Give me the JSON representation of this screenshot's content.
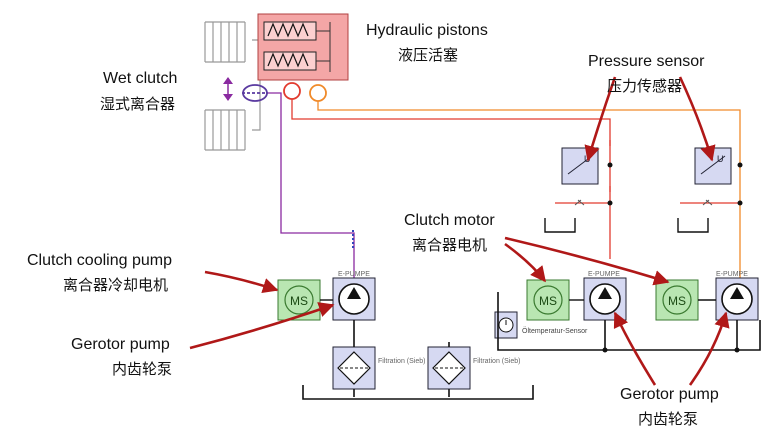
{
  "labels": {
    "hydraulic_pistons": {
      "en": "Hydraulic pistons",
      "cn": "液压活塞"
    },
    "wet_clutch": {
      "en": "Wet clutch",
      "cn": "湿式离合器"
    },
    "pressure_sensor": {
      "en": "Pressure sensor",
      "cn": "压力传感器"
    },
    "clutch_motor": {
      "en": "Clutch motor",
      "cn": "离合器电机"
    },
    "clutch_cooling_pump": {
      "en": "Clutch cooling pump",
      "cn": "离合器冷却电机"
    },
    "gerotor_pump_left": {
      "en": "Gerotor pump",
      "cn": "内齿轮泵"
    },
    "gerotor_pump_right": {
      "en": "Gerotor pump",
      "cn": "内齿轮泵"
    }
  },
  "components": {
    "motor_label": "MS",
    "oil_temp_sensor": "Öltemperatur-Sensor",
    "filtration_label": "Filtration (Sieb)",
    "pump_tag_left": "E-PUMPE",
    "pump_tag_mid": "E-PUMPE",
    "pump_tag_right": "E-PUMPE",
    "sensor_glyph": "U"
  },
  "colors": {
    "arrow": "#b01818",
    "piston_fill": "#f4a6a6",
    "motor_fill": "#b9e6b2",
    "pump_fill": "#d6d9f2",
    "pipe_orange": "#f08a2a",
    "pipe_red": "#e23b2f",
    "pipe_purple": "#8a2aa0"
  }
}
